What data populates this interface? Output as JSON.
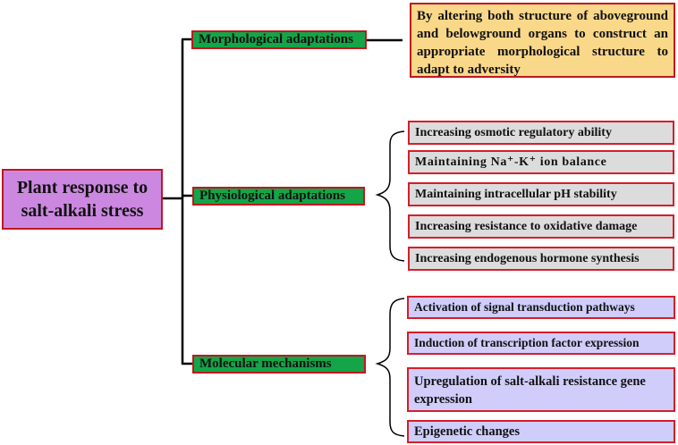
{
  "root": {
    "label": "Plant response  to salt-alkali stress"
  },
  "categories": [
    {
      "label": "Morphological adaptations"
    },
    {
      "label": "Physiological adaptations"
    },
    {
      "label": "Molecular mechanisms"
    }
  ],
  "morphological": {
    "description": "By altering both structure of aboveground and belowground organs to construct an appropriate morphological structure to adapt to adversity"
  },
  "physiological": {
    "items": [
      "Increasing osmotic regulatory ability",
      "Maintaining Na⁺-K⁺ ion balance",
      "Maintaining intracellular pH stability",
      "Increasing resistance to oxidative damage",
      "Increasing endogenous hormone synthesis"
    ]
  },
  "molecular": {
    "items": [
      "Activation of signal transduction pathways",
      "Induction of transcription factor expression",
      "Upregulation of salt-alkali resistance gene expression",
      "Epigenetic changes"
    ]
  },
  "colors": {
    "root_fill": "#cc88e0",
    "category_fill": "#14a548",
    "description_fill": "#fad88a",
    "physiological_fill": "#dcdcdc",
    "molecular_fill": "#d0cdfa",
    "border": "#c0171f"
  }
}
